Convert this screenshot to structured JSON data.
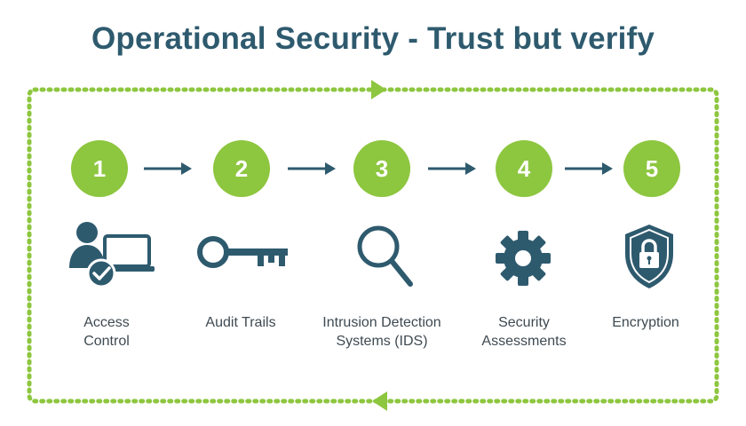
{
  "title": "Operational Security - Trust but verify",
  "colors": {
    "accent": "#8dc63f",
    "icon": "#2e5a6e",
    "text": "#3e4a52",
    "arrow": "#2e5a6e"
  },
  "steps": [
    {
      "number": "1",
      "label_line1": "Access",
      "label_line2": "Control",
      "icon": "user-laptop-check-icon"
    },
    {
      "number": "2",
      "label_line1": "Audit Trails",
      "label_line2": "",
      "icon": "key-icon"
    },
    {
      "number": "3",
      "label_line1": "Intrusion Detection",
      "label_line2": "Systems (IDS)",
      "icon": "magnifier-icon"
    },
    {
      "number": "4",
      "label_line1": "Security",
      "label_line2": "Assessments",
      "icon": "gear-icon"
    },
    {
      "number": "5",
      "label_line1": "Encryption",
      "label_line2": "",
      "icon": "shield-lock-icon"
    }
  ]
}
